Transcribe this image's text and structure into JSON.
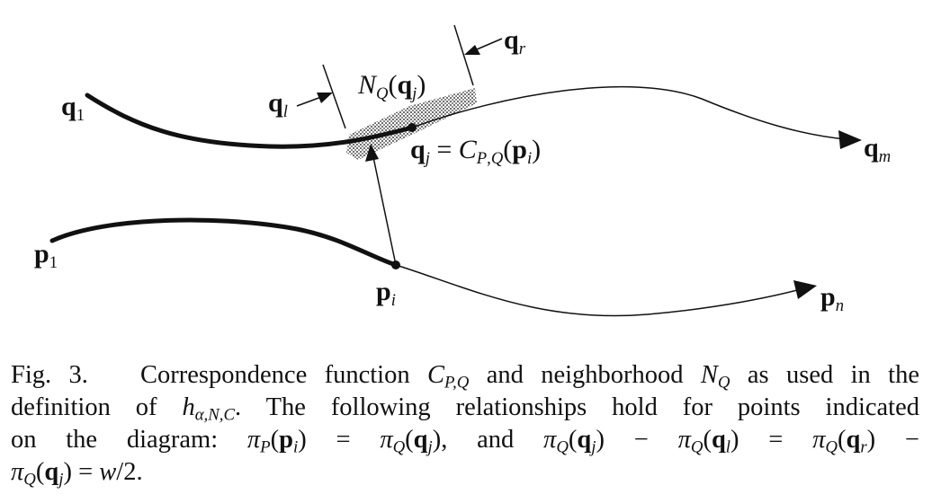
{
  "figure": {
    "labels": {
      "q1": "q1",
      "ql": "ql",
      "qr": "qr",
      "nq": "NQ(qj)",
      "qj": "qj = CP,Q(pi)",
      "qm": "qm",
      "p1": "p1",
      "pi": "pi",
      "pn": "pn"
    }
  },
  "caption": {
    "label": "Fig. 3.",
    "text": "Correspondence function C_{P,Q} and neighborhood N_Q as used in the definition of h_{α,N,C}. The following relationships hold for points indicated on the diagram: π_P(p_i) = π_Q(q_j), and π_Q(q_j) − π_Q(q_l) = π_Q(q_r) − π_Q(q_j) = w/2."
  }
}
